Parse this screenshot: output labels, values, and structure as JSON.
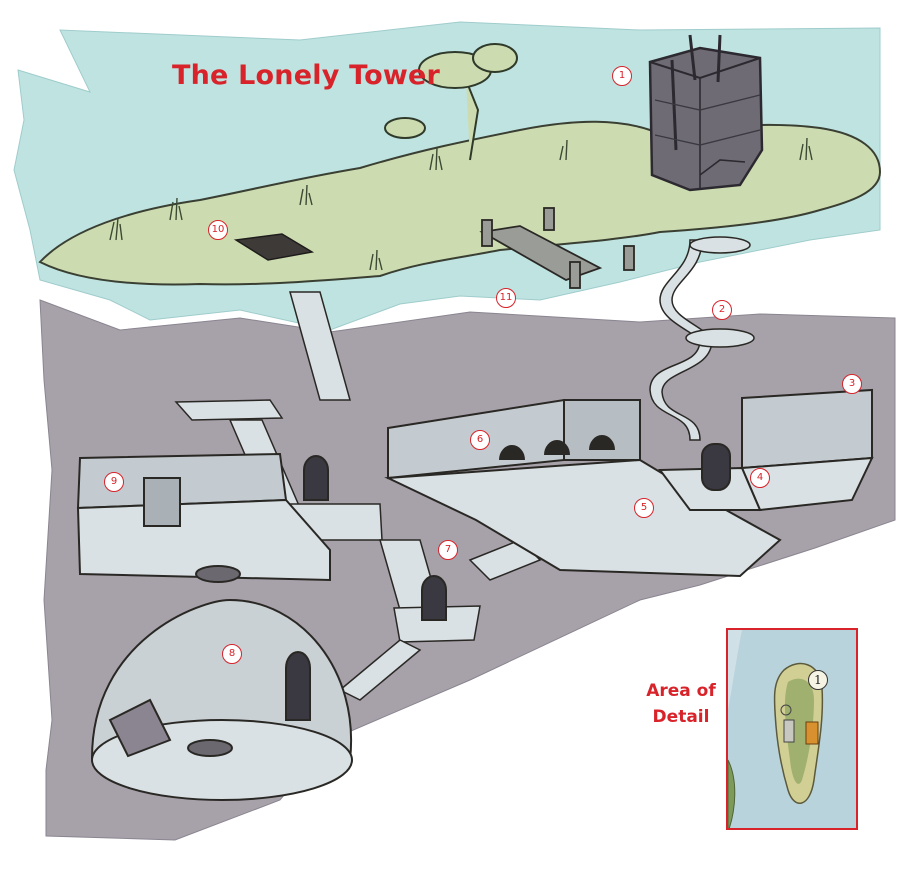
{
  "map": {
    "title": "The Lonely Tower",
    "locations": [
      {
        "id": "1"
      },
      {
        "id": "2"
      },
      {
        "id": "3"
      },
      {
        "id": "4"
      },
      {
        "id": "5"
      },
      {
        "id": "6"
      },
      {
        "id": "7"
      },
      {
        "id": "8"
      },
      {
        "id": "9"
      },
      {
        "id": "10"
      },
      {
        "id": "11"
      }
    ],
    "colors": {
      "water": "#bfe3e0",
      "island": "#cddcb0",
      "underground": "#a7a1aa",
      "rooms": "#d9e1e4",
      "label_red": "#d8232a"
    }
  },
  "inset": {
    "label_line1": "Area of",
    "label_line2": "Detail",
    "marker": "1"
  }
}
